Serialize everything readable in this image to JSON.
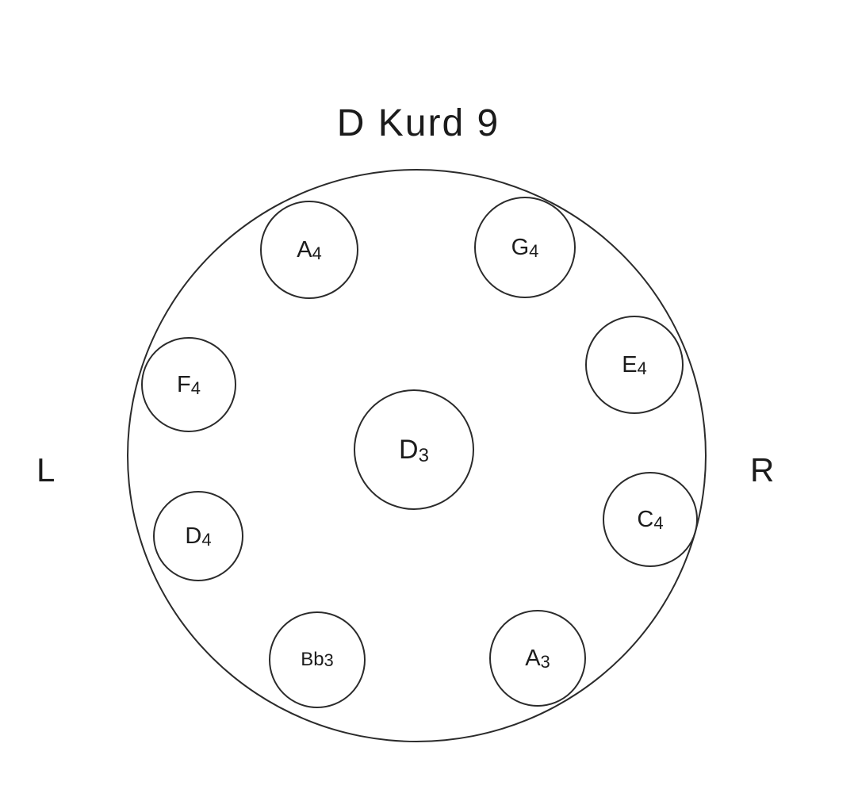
{
  "title": "D Kurd  9",
  "side_labels": {
    "left": "L",
    "right": "R"
  },
  "center_note": {
    "name": "D",
    "octave": "3"
  },
  "notes": [
    {
      "name": "A",
      "octave": "4"
    },
    {
      "name": "G",
      "octave": "4"
    },
    {
      "name": "E",
      "octave": "4"
    },
    {
      "name": "C",
      "octave": "4"
    },
    {
      "name": "A",
      "octave": "3"
    },
    {
      "name": "Bb",
      "octave": "3"
    },
    {
      "name": "D",
      "octave": "4"
    },
    {
      "name": "F",
      "octave": "4"
    }
  ]
}
